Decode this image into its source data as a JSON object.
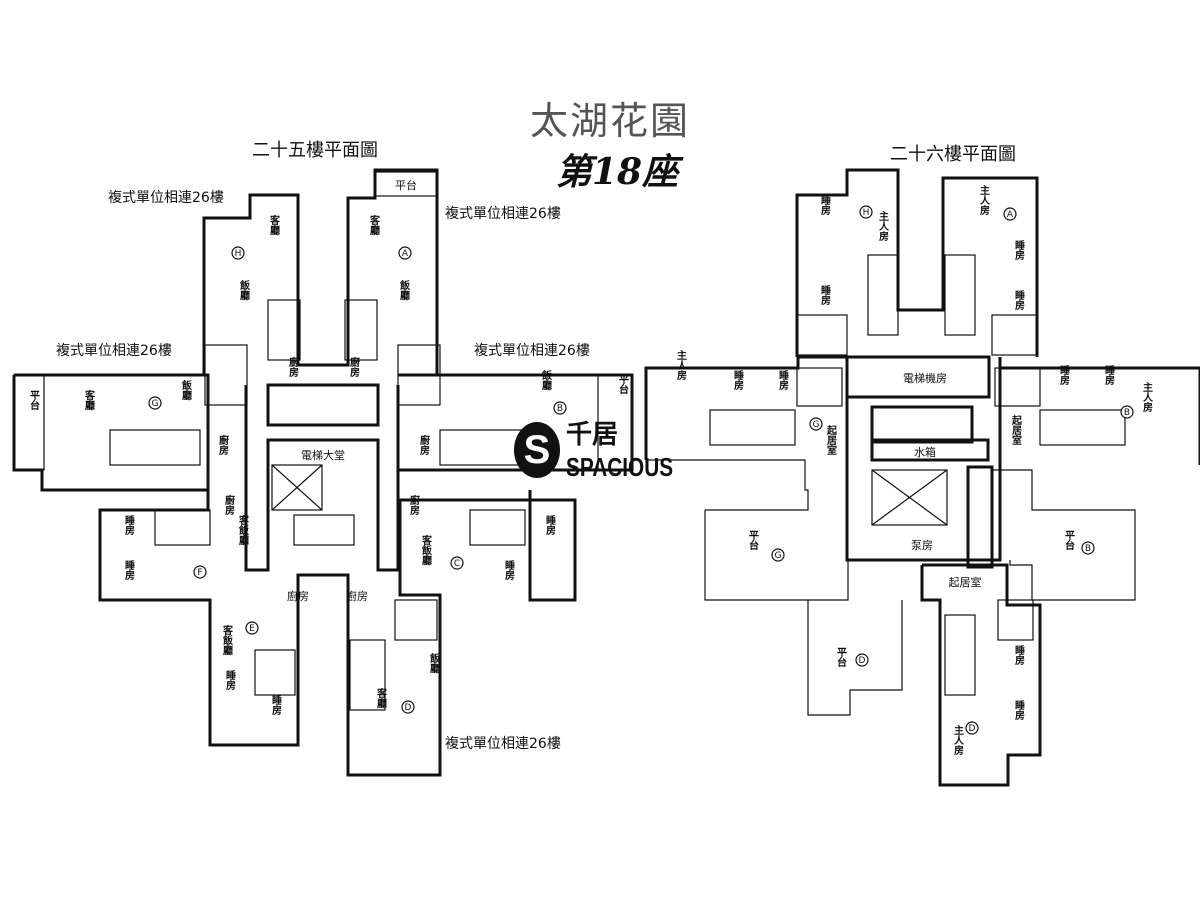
{
  "header": {
    "estate_name": "太湖花園",
    "block": "第18座"
  },
  "watermark": {
    "logo_letter": "S",
    "chinese": "千居",
    "english": "SPACIOUS"
  },
  "floor25": {
    "title": "二十五樓平面圖",
    "duplex_note": "複式單位相連26樓",
    "rooms": {
      "terrace": "平台",
      "living": "客廳",
      "dining": "飯廳",
      "kitchen": "廚房",
      "lift_lobby": "電梯大堂",
      "bedroom": "睡房",
      "living_dining": "客飯廳"
    },
    "units": [
      "H",
      "A",
      "G",
      "B",
      "F",
      "C",
      "E",
      "D"
    ]
  },
  "floor26": {
    "title": "二十六樓平面圖",
    "rooms": {
      "bedroom": "睡房",
      "master_bedroom": "主人房",
      "lift_machine_room": "電梯機房",
      "water_tank": "水箱",
      "pump_room": "泵房",
      "family_room": "起居室",
      "terrace": "平台"
    },
    "units": [
      "H",
      "A",
      "G",
      "B",
      "G",
      "B",
      "D",
      "D"
    ]
  }
}
